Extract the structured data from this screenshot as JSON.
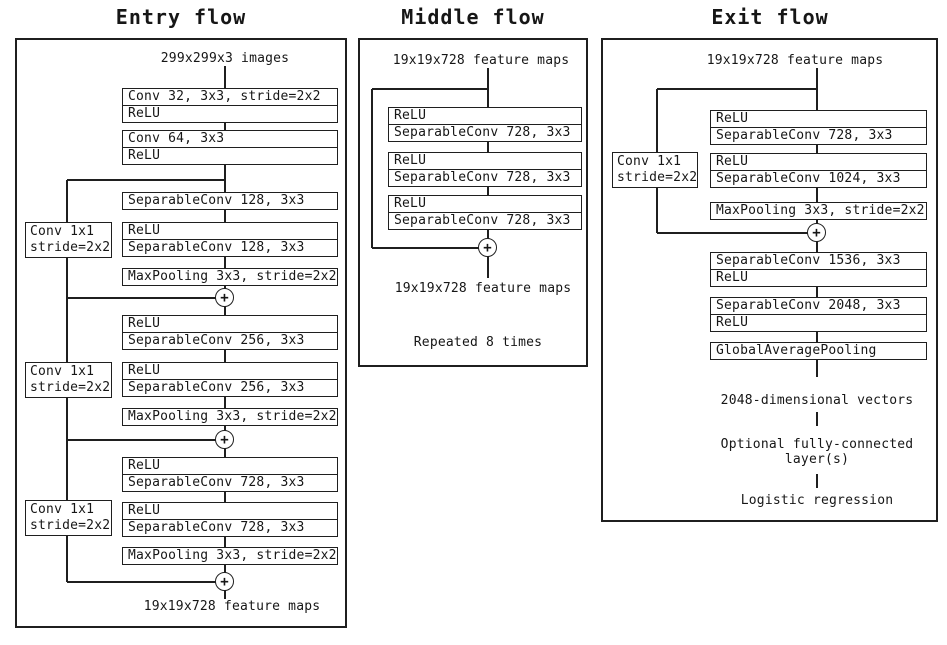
{
  "figure": {
    "add_symbol": "+",
    "entry": {
      "title": "Entry flow",
      "input_label": "299x299x3 images",
      "output_label": "19x19x728 feature maps",
      "boxes": [
        [
          "Conv 32, 3x3, stride=2x2",
          "ReLU"
        ],
        [
          "Conv 64, 3x3",
          "ReLU"
        ],
        [
          "SeparableConv 128, 3x3"
        ],
        [
          "ReLU",
          "SeparableConv 128, 3x3"
        ],
        [
          "MaxPooling 3x3, stride=2x2"
        ],
        [
          "ReLU",
          "SeparableConv 256, 3x3"
        ],
        [
          "ReLU",
          "SeparableConv 256, 3x3"
        ],
        [
          "MaxPooling 3x3, stride=2x2"
        ],
        [
          "ReLU",
          "SeparableConv 728, 3x3"
        ],
        [
          "ReLU",
          "SeparableConv 728, 3x3"
        ],
        [
          "MaxPooling 3x3, stride=2x2"
        ]
      ],
      "shortcuts": [
        [
          "Conv 1x1",
          "stride=2x2"
        ],
        [
          "Conv 1x1",
          "stride=2x2"
        ],
        [
          "Conv 1x1",
          "stride=2x2"
        ]
      ]
    },
    "middle": {
      "title": "Middle flow",
      "input_label": "19x19x728 feature maps",
      "output_label": "19x19x728 feature maps",
      "repeat_note": "Repeated 8 times",
      "boxes": [
        [
          "ReLU",
          "SeparableConv 728, 3x3"
        ],
        [
          "ReLU",
          "SeparableConv 728, 3x3"
        ],
        [
          "ReLU",
          "SeparableConv 728, 3x3"
        ]
      ]
    },
    "exit": {
      "title": "Exit flow",
      "input_label": "19x19x728 feature maps",
      "shortcut": [
        "Conv 1x1",
        "stride=2x2"
      ],
      "boxes": [
        [
          "ReLU",
          "SeparableConv 728, 3x3"
        ],
        [
          "ReLU",
          "SeparableConv 1024, 3x3"
        ],
        [
          "MaxPooling 3x3, stride=2x2"
        ],
        [
          "SeparableConv 1536, 3x3",
          "ReLU"
        ],
        [
          "SeparableConv 2048, 3x3",
          "ReLU"
        ],
        [
          "GlobalAveragePooling"
        ]
      ],
      "tail": {
        "vectors_label": "2048-dimensional vectors",
        "fc_label": [
          "Optional fully-connected",
          "layer(s)"
        ],
        "logistic_label": "Logistic regression"
      }
    }
  }
}
